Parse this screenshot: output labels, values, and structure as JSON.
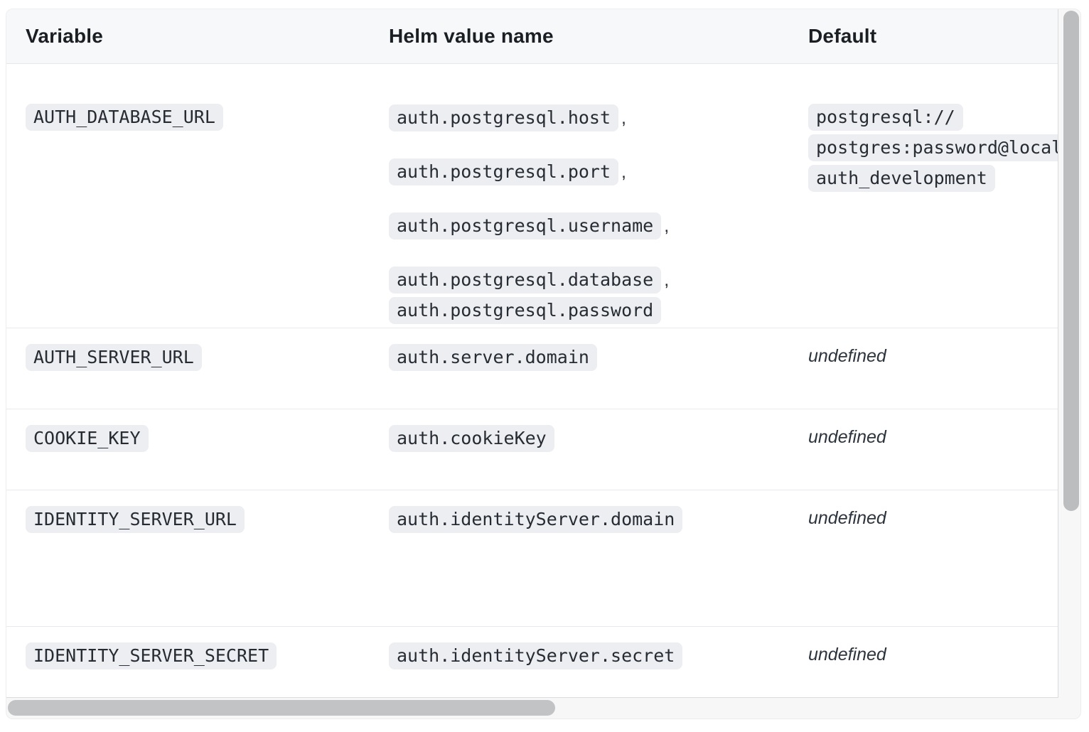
{
  "table": {
    "columns": [
      "Variable",
      "Helm value name",
      "Default"
    ],
    "rows": [
      {
        "variable": "AUTH_DATABASE_URL",
        "helm_items": [
          "auth.postgresql.host",
          "auth.postgresql.port",
          "auth.postgresql.username",
          "auth.postgresql.database",
          "auth.postgresql.password"
        ],
        "default_type": "code",
        "default_lines": [
          "postgresql://",
          "postgres:password@local",
          "auth_development"
        ]
      },
      {
        "variable": "AUTH_SERVER_URL",
        "helm_items": [
          "auth.server.domain"
        ],
        "default_type": "text",
        "default_text": "undefined"
      },
      {
        "variable": "COOKIE_KEY",
        "helm_items": [
          "auth.cookieKey"
        ],
        "default_type": "text",
        "default_text": "undefined"
      },
      {
        "variable": "IDENTITY_SERVER_URL",
        "helm_items": [
          "auth.identityServer.domain"
        ],
        "default_type": "text",
        "default_text": "undefined"
      },
      {
        "variable": "IDENTITY_SERVER_SECRET",
        "helm_items": [
          "auth.identityServer.secret"
        ],
        "default_type": "text",
        "default_text": "undefined"
      }
    ]
  },
  "scrollbars": {
    "vertical": "vertical-scrollbar",
    "horizontal": "horizontal-scrollbar"
  }
}
